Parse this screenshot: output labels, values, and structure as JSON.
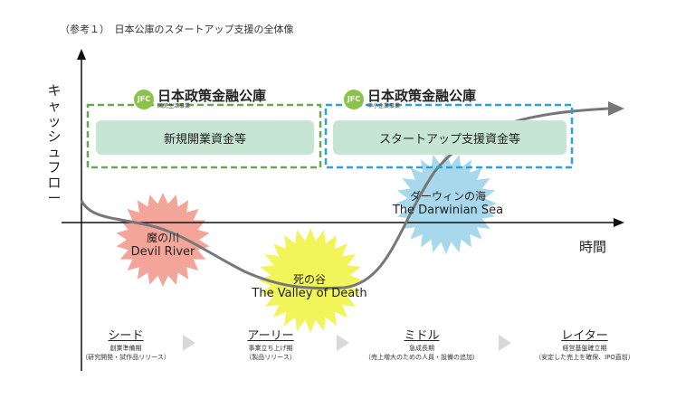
{
  "caption": "（参考１）　日本公庫のスタートアップ支援の全体像",
  "axes": {
    "y_label_chars": [
      "キ",
      "ャ",
      "ッ",
      "シ",
      "ュ",
      "フ",
      "ロ",
      "ー"
    ],
    "x_label": "時間"
  },
  "support_boxes": [
    {
      "badge": "JFC",
      "org_name": "日本政策金融公庫",
      "org_sub": "国民生活事業",
      "program": "新規開業資金等",
      "border_color": "#6aa84f"
    },
    {
      "badge": "JFC",
      "org_name": "日本政策金融公庫",
      "org_sub": "中小企業事業",
      "program": "スタートアップ支援資金等",
      "border_color": "#29a3e0"
    }
  ],
  "bursts": [
    {
      "jp": "魔の川",
      "en": "Devil River",
      "color": "#f4a59a"
    },
    {
      "jp": "死の谷",
      "en": "The Valley  of Death",
      "color": "#f2f55a"
    },
    {
      "jp": "ダーウィンの海",
      "en": "The Darwinian  Sea",
      "color": "#a8d8ec"
    }
  ],
  "stages": [
    {
      "name": "シード",
      "sub1": "創業準備期",
      "sub2": "（研究開発・試作品リリース）"
    },
    {
      "name": "アーリー",
      "sub1": "事業立ち上げ期",
      "sub2": "（製品リリース）"
    },
    {
      "name": "ミドル",
      "sub1": "急成長期",
      "sub2": "（売上増大のための人員・設備の追加）"
    },
    {
      "name": "レイター",
      "sub1": "経営基盤確立期",
      "sub2": "（安定した売上を確保、IPO直前）"
    }
  ],
  "colors": {
    "curve": "#777777",
    "axis": "#111111",
    "stage_arrow": "#d9d9d9"
  }
}
